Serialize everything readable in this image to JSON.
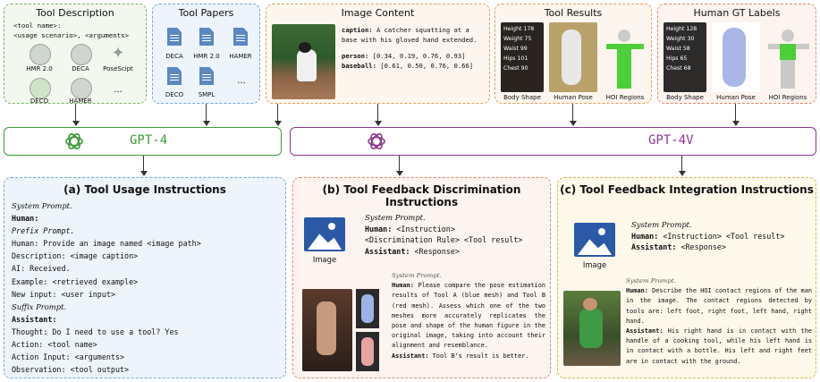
{
  "colors": {
    "gpt4": "#3e9b3a",
    "gpt4v": "#8a3a8c"
  },
  "tool_desc": {
    "title": "Tool Description",
    "lines": [
      "<tool name>:",
      "<usage scenario>, <arguments>"
    ],
    "tools": [
      "HMR 2.0",
      "DECA",
      "PoseScipt",
      "DECO",
      "HAMER",
      "..."
    ]
  },
  "tool_papers": {
    "title": "Tool Papers",
    "items": [
      "DECA",
      "HMR 2.0",
      "HAMER",
      "DECO",
      "SMPL",
      "..."
    ]
  },
  "image_content": {
    "title": "Image Content",
    "caption_label": "caption:",
    "caption_text": "A catcher squatting at a base with his gloved hand extended.",
    "person_label": "person:",
    "person_box": "[0.34, 0.19, 0.76, 0.93]",
    "baseball_label": "baseball:",
    "baseball_box": "[0.61, 0.50, 0.76, 0.66]"
  },
  "tool_results": {
    "title": "Tool Results",
    "stats": [
      "Height 178",
      "Weight 75",
      "Waist 99",
      "Hips 101",
      "Chest 90"
    ],
    "labels": [
      "Body Shape",
      "Human Pose",
      "HOI Regions"
    ]
  },
  "human_gt": {
    "title": "Human GT Labels",
    "stats": [
      "Height 128",
      "Weight 30",
      "Waist 58",
      "Hips 65",
      "Chest 68"
    ],
    "labels": [
      "Body Shape",
      "Human Pose",
      "HOI Regions"
    ]
  },
  "gpt4": {
    "label": "GPT-4"
  },
  "gpt4v": {
    "label": "GPT-4V"
  },
  "panel_a": {
    "title": "(a) Tool Usage Instructions",
    "lines": [
      "System Prompt.",
      "Human:",
      "Prefix Prompt.",
      "Human: Provide an image named <image path>",
      "Description: <image caption>",
      "AI: Received.",
      "Example: <retrieved example>",
      "New input: <user input>",
      "Suffix Prompt.",
      "Assistant:",
      "Thought: Do I need to use a tool? Yes",
      "Action: <tool name>",
      "Action Input: <arguments>",
      "Observation: <tool output>"
    ]
  },
  "panel_b": {
    "title": "(b) Tool Feedback Discrimination Instructions",
    "image_label": "Image",
    "sys": "System Prompt.",
    "human": "Human:",
    "human_rest": "<Instruction>",
    "rule": "<Discrimination Rule>  <Tool result>",
    "assistant": "Assistant:",
    "assistant_rest": "<Response>",
    "ex_sys": "System Prompt.",
    "ex_human": "Human:",
    "ex_human_text": "Please compare the pose estimation results of Tool A (blue mesh) and Tool B (red mesh). Assess which one of the two meshes more accurately replicates the pose and shape of the human figure in the original image, taking into account their alignment and resemblance.",
    "ex_assistant": "Assistant:",
    "ex_assistant_text": "Tool B's result is better."
  },
  "panel_c": {
    "title": "(c) Tool Feedback Integration Instructions",
    "image_label": "Image",
    "sys": "System Prompt.",
    "human": "Human:",
    "human_rest": "<Instruction>  <Tool result>",
    "assistant": "Assistant:",
    "assistant_rest": "<Response>",
    "ex_sys": "System Prompt.",
    "ex_human": "Human:",
    "ex_human_text": "Describe the HOI contact regions of the man in the image.  The contact regions detected by tools are: left foot, right foot, left hand, right hand.",
    "ex_assistant": "Assistant:",
    "ex_assistant_text": "His right hand is in contact with the handle of a cooking tool, while his left hand is in contact with a bottle. His left and right feet are in contact with the ground."
  }
}
